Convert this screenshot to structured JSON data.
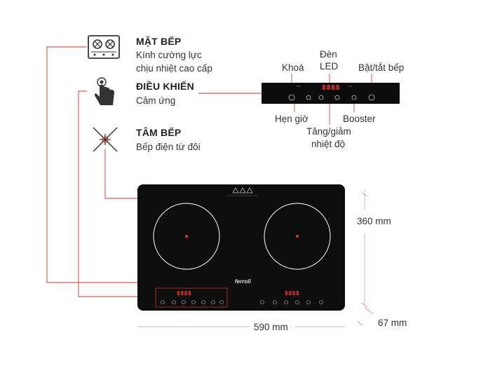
{
  "features": [
    {
      "title": "MẶT BẾP",
      "lines": [
        "Kính cường lực",
        "chịu nhiệt cao cấp"
      ],
      "icon": "stove-top-icon"
    },
    {
      "title": "ĐIỀU KHIỂN",
      "lines": [
        "Cảm ứng"
      ],
      "icon": "touch-hand-icon"
    },
    {
      "title": "TÂM BẾP",
      "lines": [
        "Bếp điện từ đôi"
      ],
      "icon": "cooking-zone-icon"
    }
  ],
  "control_panel": {
    "callouts": {
      "lock": "Khoá",
      "led_line1": "Đèn",
      "led_line2": "LED",
      "power": "Bật/tắt bếp",
      "timer": "Hẹn giờ",
      "booster": "Booster",
      "adjust_line1": "Tăng/giảm",
      "adjust_line2": "nhiệt độ"
    },
    "led_display": "8888"
  },
  "cooktop": {
    "brand": "ferroli",
    "led_display": "8888"
  },
  "dimensions": {
    "width": "590 mm",
    "depth": "360 mm",
    "height": "67 mm"
  },
  "colors": {
    "leader_line": "#c0392b",
    "glass": "#0d0d0d",
    "led": "#ff3b30"
  }
}
